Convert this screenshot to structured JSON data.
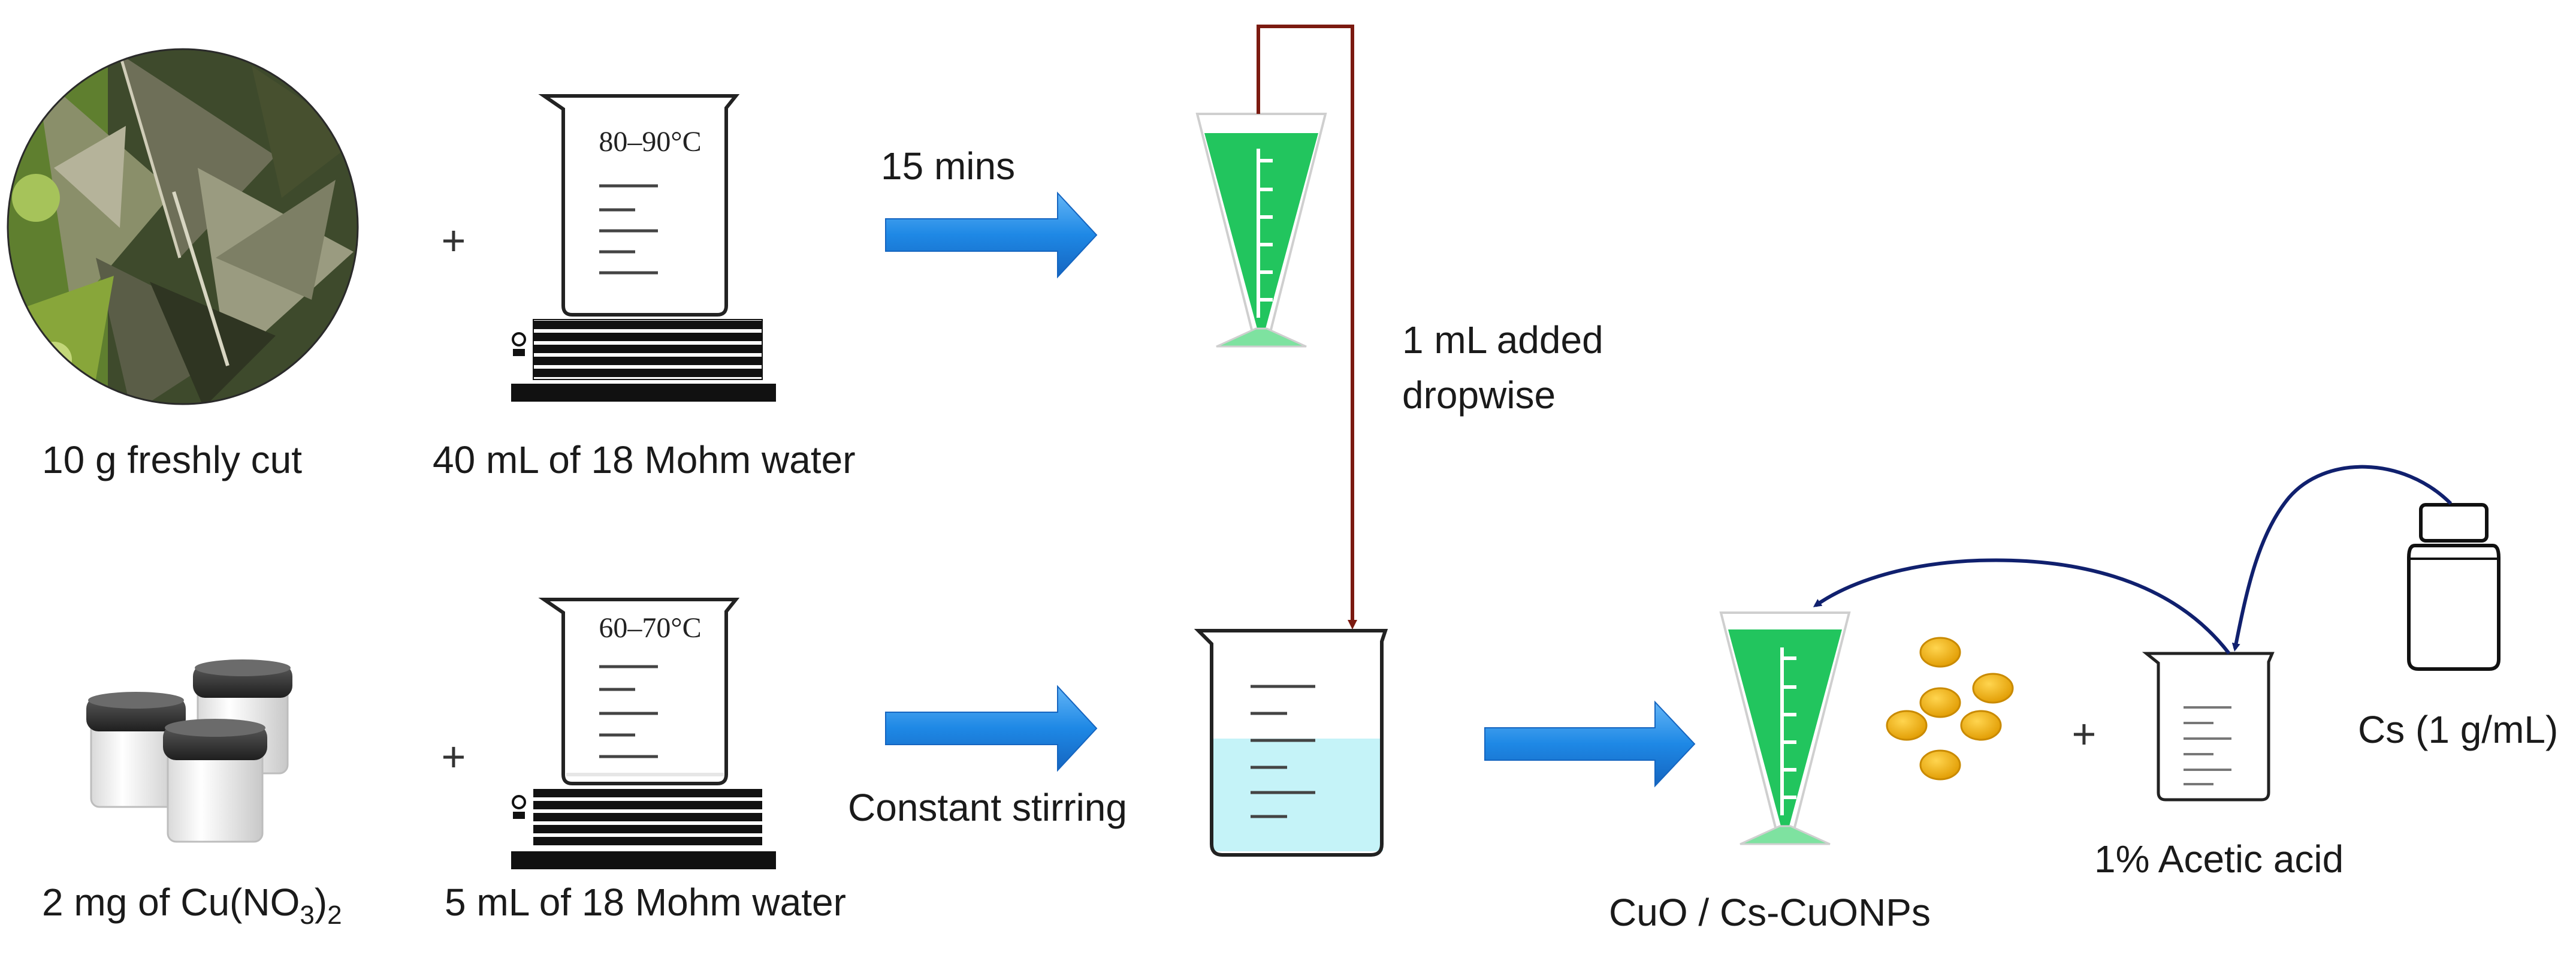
{
  "labels": {
    "leaves": "10 g freshly cut",
    "water_top": "40 mL of 18 Mohm water",
    "salt_prefix": "2 mg of Cu(NO",
    "salt_sub1": "3",
    "salt_mid": ")",
    "salt_sub2": "2",
    "water_bottom": "5 mL of 18 Mohm water",
    "time": "15 mins",
    "added": "1 mL added",
    "dropwise": "dropwise",
    "stirring": "Constant stirring",
    "product": "CuO / Cs-CuONPs",
    "acetic": "1% Acetic acid",
    "chitosan": "Cs (1 g/mL)",
    "temp_top": "80–90°C",
    "temp_bottom": "60–70°C",
    "plus_symbol": "+"
  },
  "colors": {
    "arrow_blue": "#1e88e5",
    "connector_red": "#7b1a10",
    "connector_navy": "#10206e",
    "extract_green": "#22c55e",
    "solution_cyan": "#c5f3f8",
    "nanoparticle": "#f2a900"
  }
}
